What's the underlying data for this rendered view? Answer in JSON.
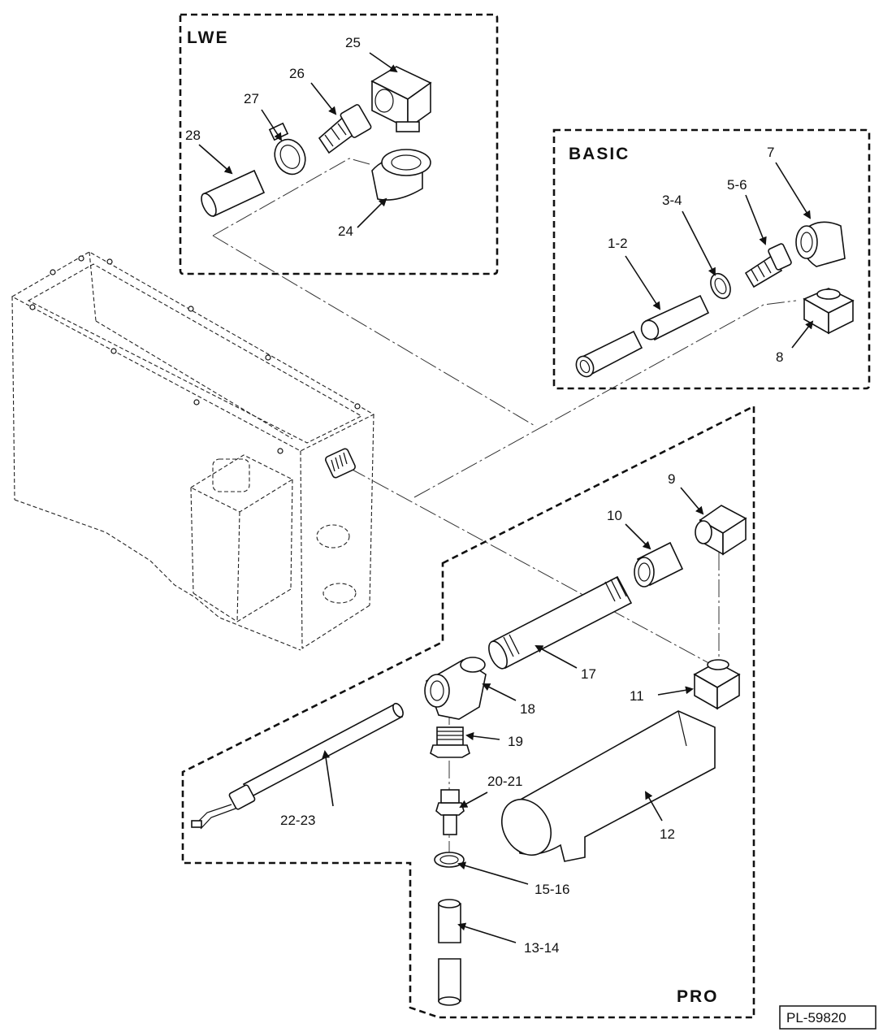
{
  "sections": {
    "lwe": "LWE",
    "basic": "BASIC",
    "pro": "PRO"
  },
  "reference": "PL-59820",
  "callouts": {
    "c1_2": "1-2",
    "c3_4": "3-4",
    "c5_6": "5-6",
    "c7": "7",
    "c8": "8",
    "c9": "9",
    "c10": "10",
    "c11": "11",
    "c12": "12",
    "c13_14": "13-14",
    "c15_16": "15-16",
    "c17": "17",
    "c18": "18",
    "c19": "19",
    "c20_21": "20-21",
    "c22_23": "22-23",
    "c24": "24",
    "c25": "25",
    "c26": "26",
    "c27": "27",
    "c28": "28"
  }
}
